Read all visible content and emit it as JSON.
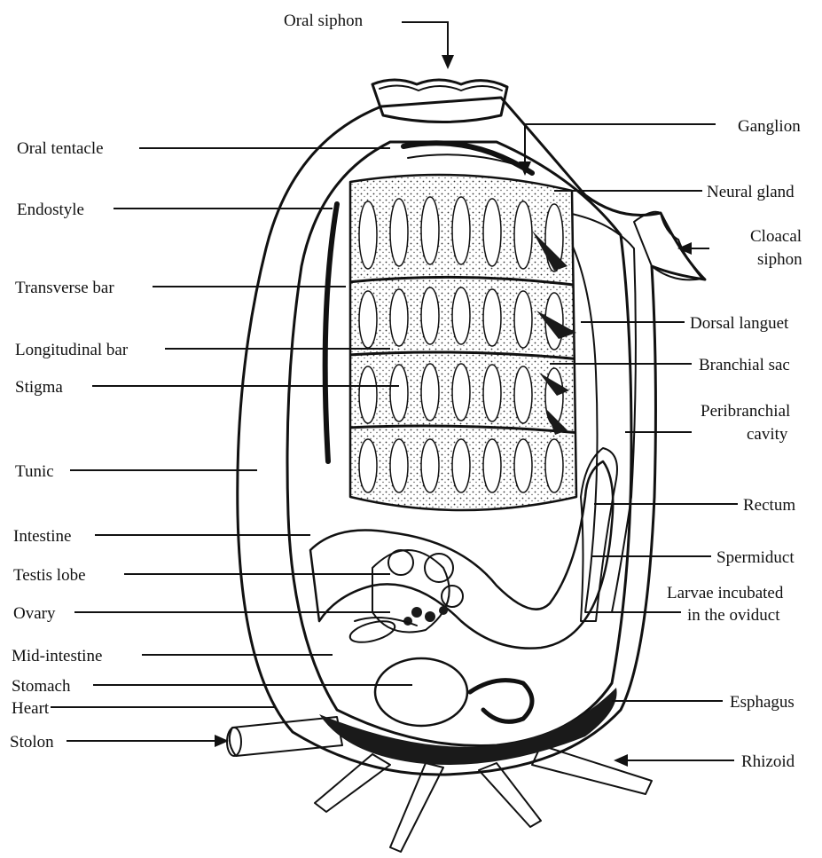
{
  "labels": {
    "oral_siphon": "Oral siphon",
    "ganglion": "Ganglion",
    "oral_tentacle": "Oral tentacle",
    "neural_gland": "Neural gland",
    "endostyle": "Endostyle",
    "cloacal_siphon_1": "Cloacal",
    "cloacal_siphon_2": "siphon",
    "transverse_bar": "Transverse bar",
    "dorsal_languet": "Dorsal languet",
    "longitudinal_bar": "Longitudinal bar",
    "branchial_sac": "Branchial sac",
    "stigma": "Stigma",
    "peribranchial_1": "Peribranchial",
    "peribranchial_2": "cavity",
    "tunic": "Tunic",
    "rectum": "Rectum",
    "intestine": "Intestine",
    "spermiduct": "Spermiduct",
    "testis_lobe": "Testis lobe",
    "larvae_1": "Larvae incubated",
    "larvae_2": "in the oviduct",
    "ovary": "Ovary",
    "mid_intestine": "Mid-intestine",
    "stomach": "Stomach",
    "esphagus": "Esphagus",
    "heart": "Heart",
    "stolon": "Stolon",
    "rhizoid": "Rhizoid"
  }
}
